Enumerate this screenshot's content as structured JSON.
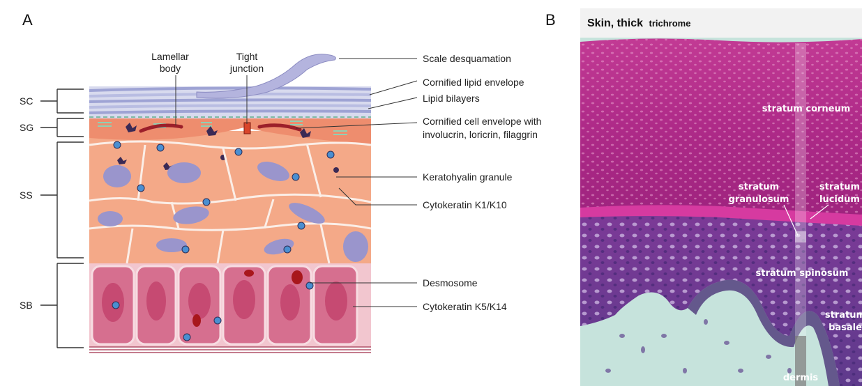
{
  "panels": {
    "a": {
      "letter": "A",
      "top_labels": {
        "lamellar_line1": "Lamellar",
        "lamellar_line2": "body",
        "tight_line1": "Tight",
        "tight_line2": "junction"
      },
      "layers": [
        "SC",
        "SG",
        "SS",
        "SB"
      ],
      "callouts": [
        "Scale desquamation",
        "Cornified lipid envelope",
        "Lipid bilayers",
        "Cornified cell envelope with",
        "involucrin, loricrin, filaggrin",
        "Keratohyalin granule",
        "Cytokeratin K1/K10",
        "Desmosome",
        "Cytokeratin K5/K14"
      ]
    },
    "b": {
      "letter": "B",
      "title_main": "Skin, thick",
      "title_small": "trichrome",
      "labels": {
        "corneum": "stratum corneum",
        "granulosum_1": "stratum",
        "granulosum_2": "granulosum",
        "lucidum_1": "stratum",
        "lucidum_2": "lucidum",
        "spinosum": "stratum spinosum",
        "basale_1": "stratum",
        "basale_2": "basale",
        "dermis": "dermis"
      }
    }
  },
  "colors": {
    "cornified": "#c8cbe6",
    "spinous": "#f4a988",
    "basal": "#d66f8f",
    "stain_corneum": "#b22a88",
    "stain_spinosum": "#6d3a94",
    "stain_dermis": "#c6e3dc"
  }
}
